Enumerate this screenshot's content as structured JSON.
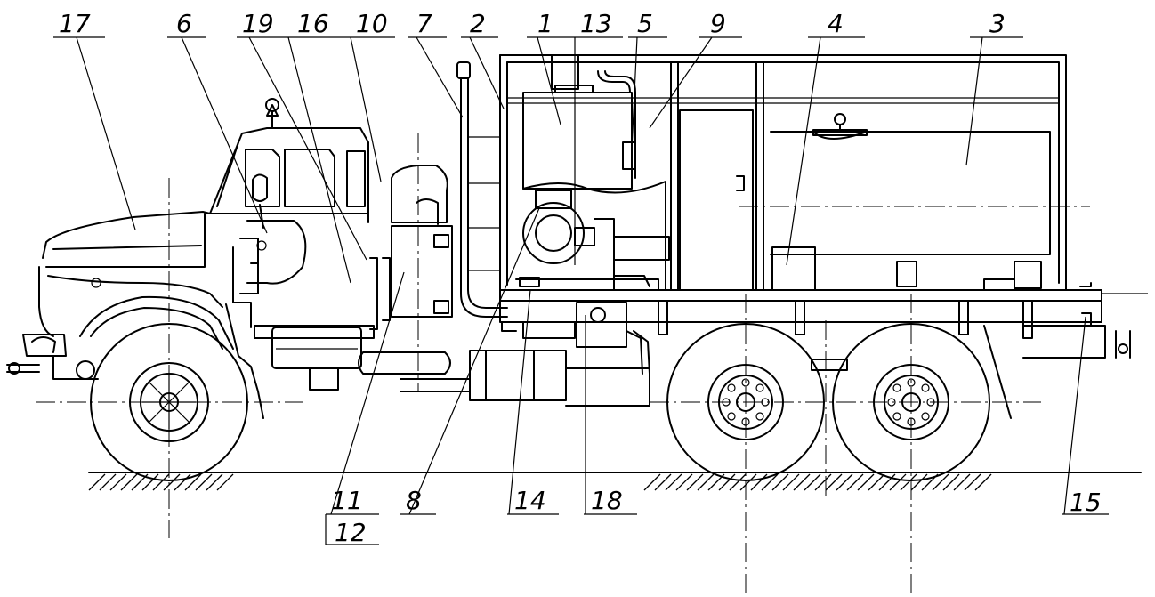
{
  "callouts": {
    "c1": "1",
    "c2": "2",
    "c3": "3",
    "c4": "4",
    "c5": "5",
    "c6": "6",
    "c7": "7",
    "c8": "8",
    "c9": "9",
    "c10": "10",
    "c11": "11",
    "c12": "12",
    "c13": "13",
    "c14": "14",
    "c15": "15",
    "c16": "16",
    "c17": "17",
    "c18": "18",
    "c19": "19"
  }
}
